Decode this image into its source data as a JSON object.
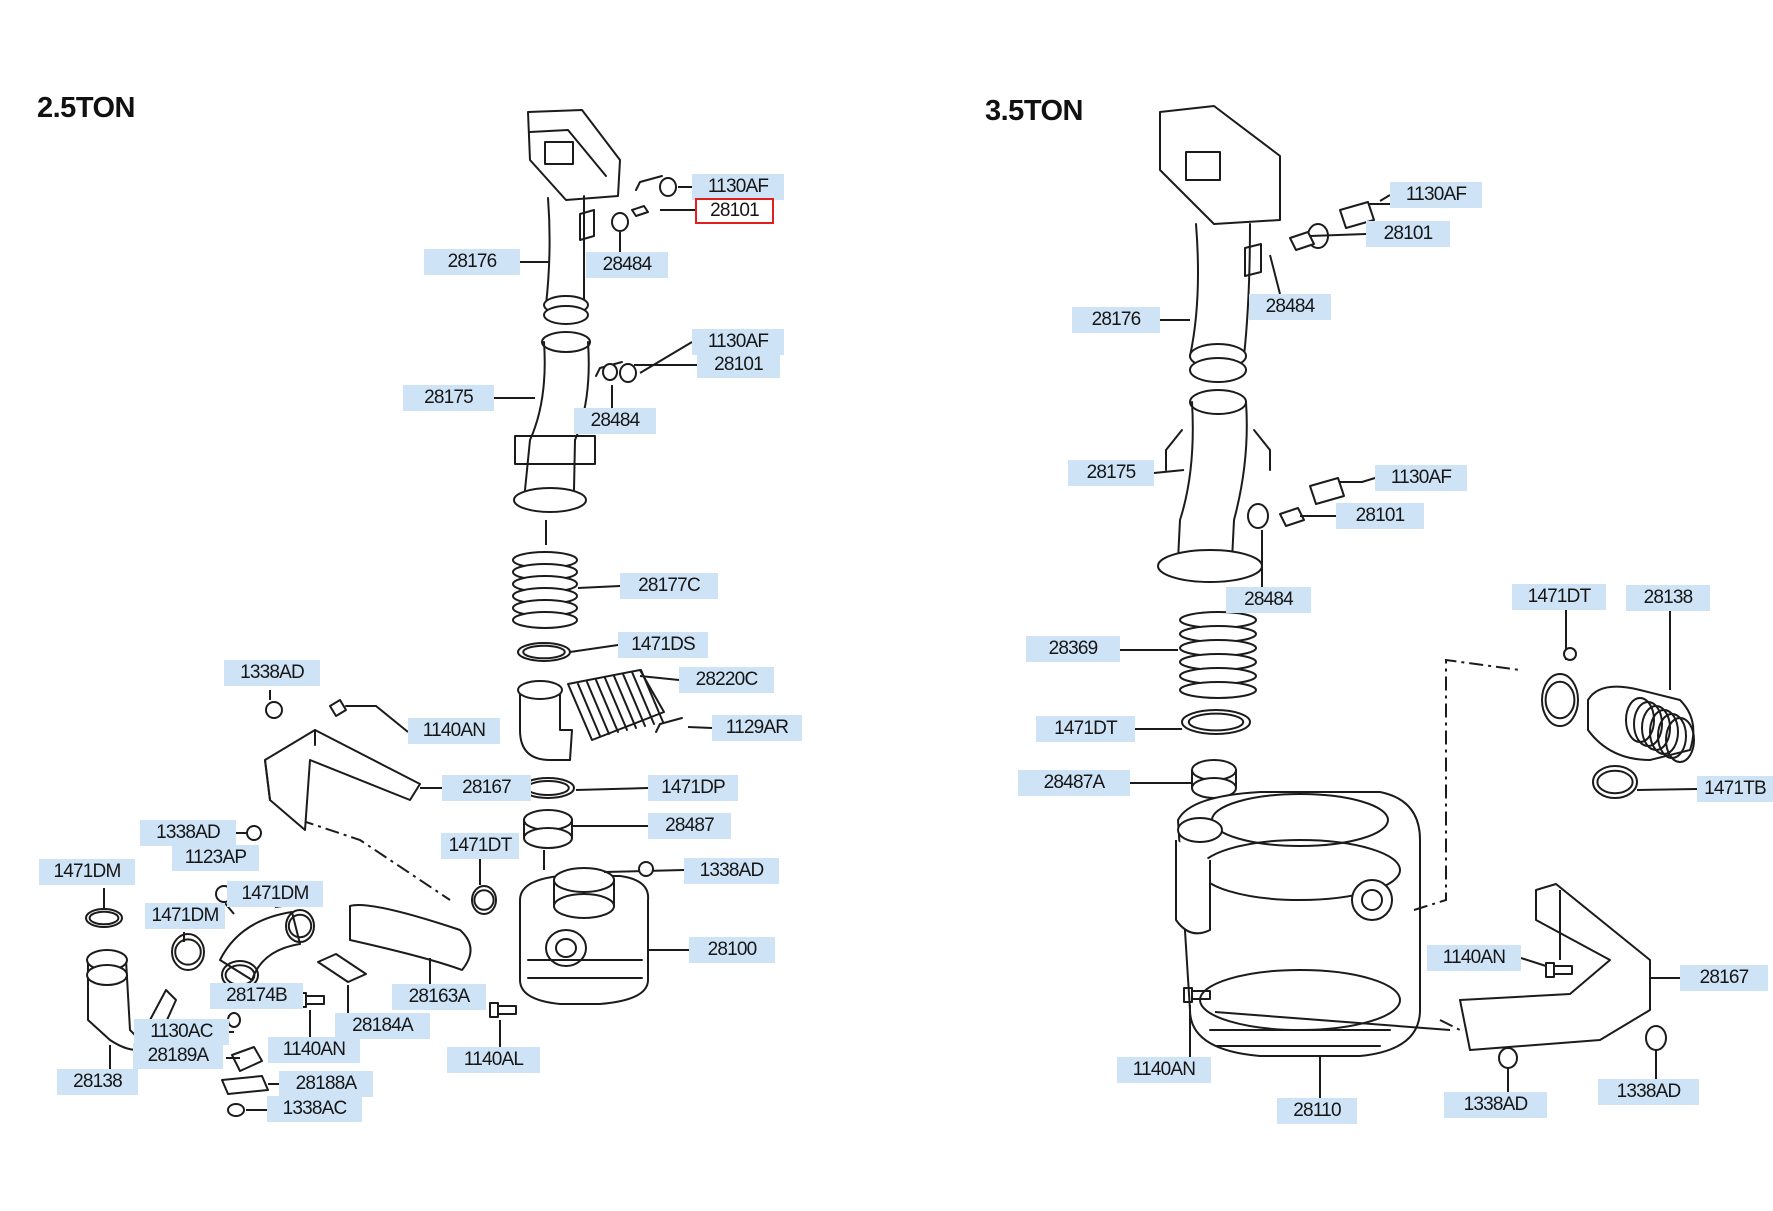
{
  "diagram": {
    "left_title": "2.5TON",
    "right_title": "3.5TON",
    "colors": {
      "label_highlight": "#cfe3f7",
      "selection": "#e0201f",
      "ink": "#1b1b1b"
    },
    "left_labels": [
      "1130AF",
      "28101",
      "28176",
      "28484",
      "1130AF",
      "28101",
      "28175",
      "28484",
      "28177C",
      "1471DS",
      "28220C",
      "1129AR",
      "1338AD",
      "1140AN",
      "28167",
      "1471DP",
      "28487",
      "1338AD",
      "1123AP",
      "1471DT",
      "1338AD",
      "1471DM",
      "1471DM",
      "1471DM",
      "28100",
      "28174B",
      "28163A",
      "28184A",
      "1140AN",
      "1130AC",
      "28189A",
      "28138",
      "1140AL",
      "28188A",
      "1338AC"
    ],
    "right_labels": [
      "1130AF",
      "28101",
      "28484",
      "28176",
      "28175",
      "1130AF",
      "28101",
      "28484",
      "1471DT",
      "28138",
      "28369",
      "1471DT",
      "1471TB",
      "28487A",
      "1140AN",
      "28167",
      "1140AN",
      "28110",
      "1338AD",
      "1338AD"
    ],
    "selected_label": "28101"
  }
}
